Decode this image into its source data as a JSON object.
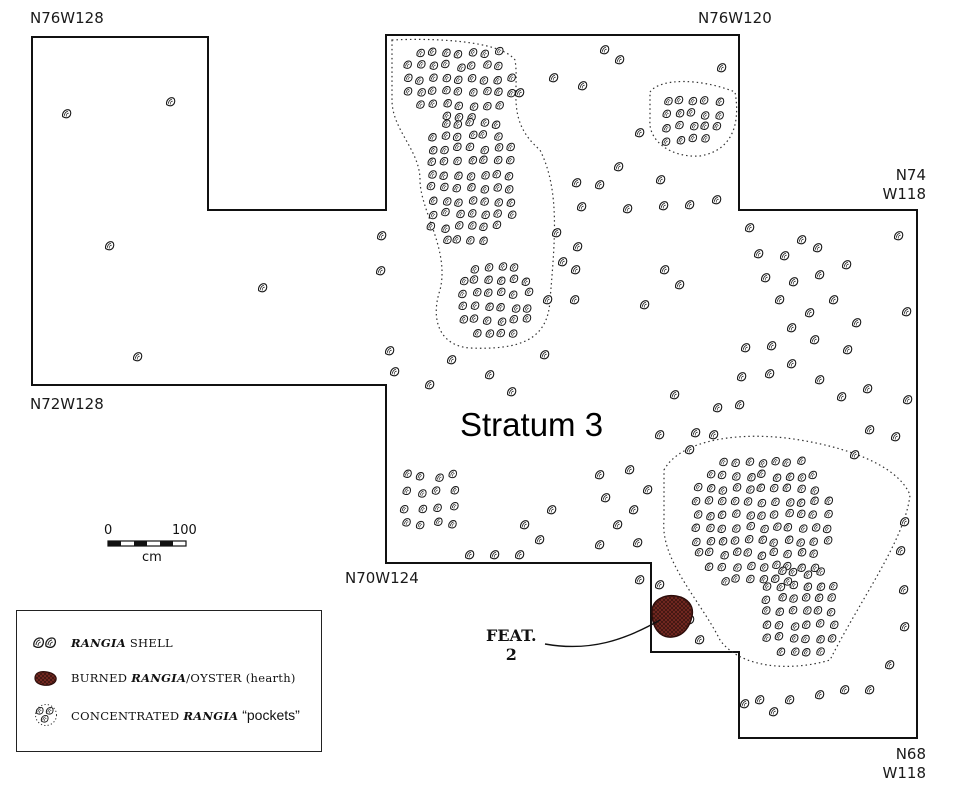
{
  "title": "Stratum 3",
  "corners": {
    "nw": "N76W128",
    "n_mid": "N76W120",
    "e_upper_1": "N74",
    "e_upper_2": "W118",
    "w_lower": "N72W128",
    "inner": "N70W124",
    "se_1": "N68",
    "se_2": "W118"
  },
  "feature": {
    "line1": "FEAT.",
    "line2": "2"
  },
  "scale": {
    "min": "0",
    "max": "100",
    "unit": "cm"
  },
  "legend": {
    "shell_pre": "RANGIA",
    "shell_post": " SHELL",
    "burned_pre": "BURNED ",
    "burned_em": "RANGIA",
    "burned_post": "/OYSTER (hearth)",
    "conc_pre": "CONCENTRATED ",
    "conc_em": "RANGIA",
    "conc_post": " “pockets”"
  },
  "icons": [
    "rangia-shell-icon",
    "hearth-icon",
    "shell-pocket-icon"
  ],
  "colors": {
    "ink": "#1a1a1a",
    "hearth": "#7a2a22",
    "paper": "#ffffff"
  }
}
